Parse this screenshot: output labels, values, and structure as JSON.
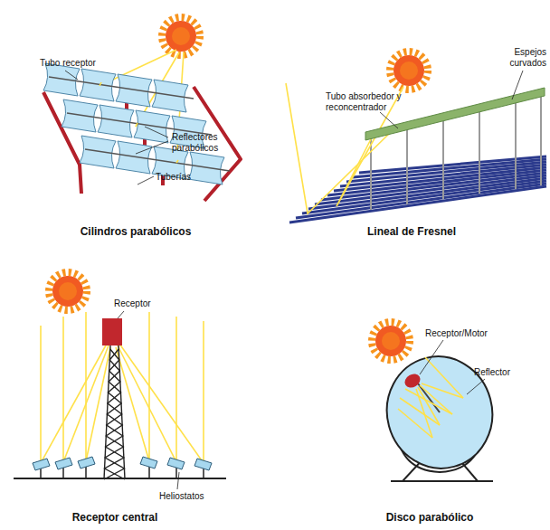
{
  "diagram": {
    "labels": [
      "Tubo receptor",
      "Reflectores parabólicos",
      "Tuberías",
      "Cilindros parabólicos",
      "Tubo absorbedor y reconcentrador",
      "Espejos curvados",
      "Lineal de Fresnel",
      "Receptor",
      "Heliostatos",
      "Receptor central",
      "Receptor/Motor",
      "Reflector",
      "Disco parabólico"
    ]
  }
}
